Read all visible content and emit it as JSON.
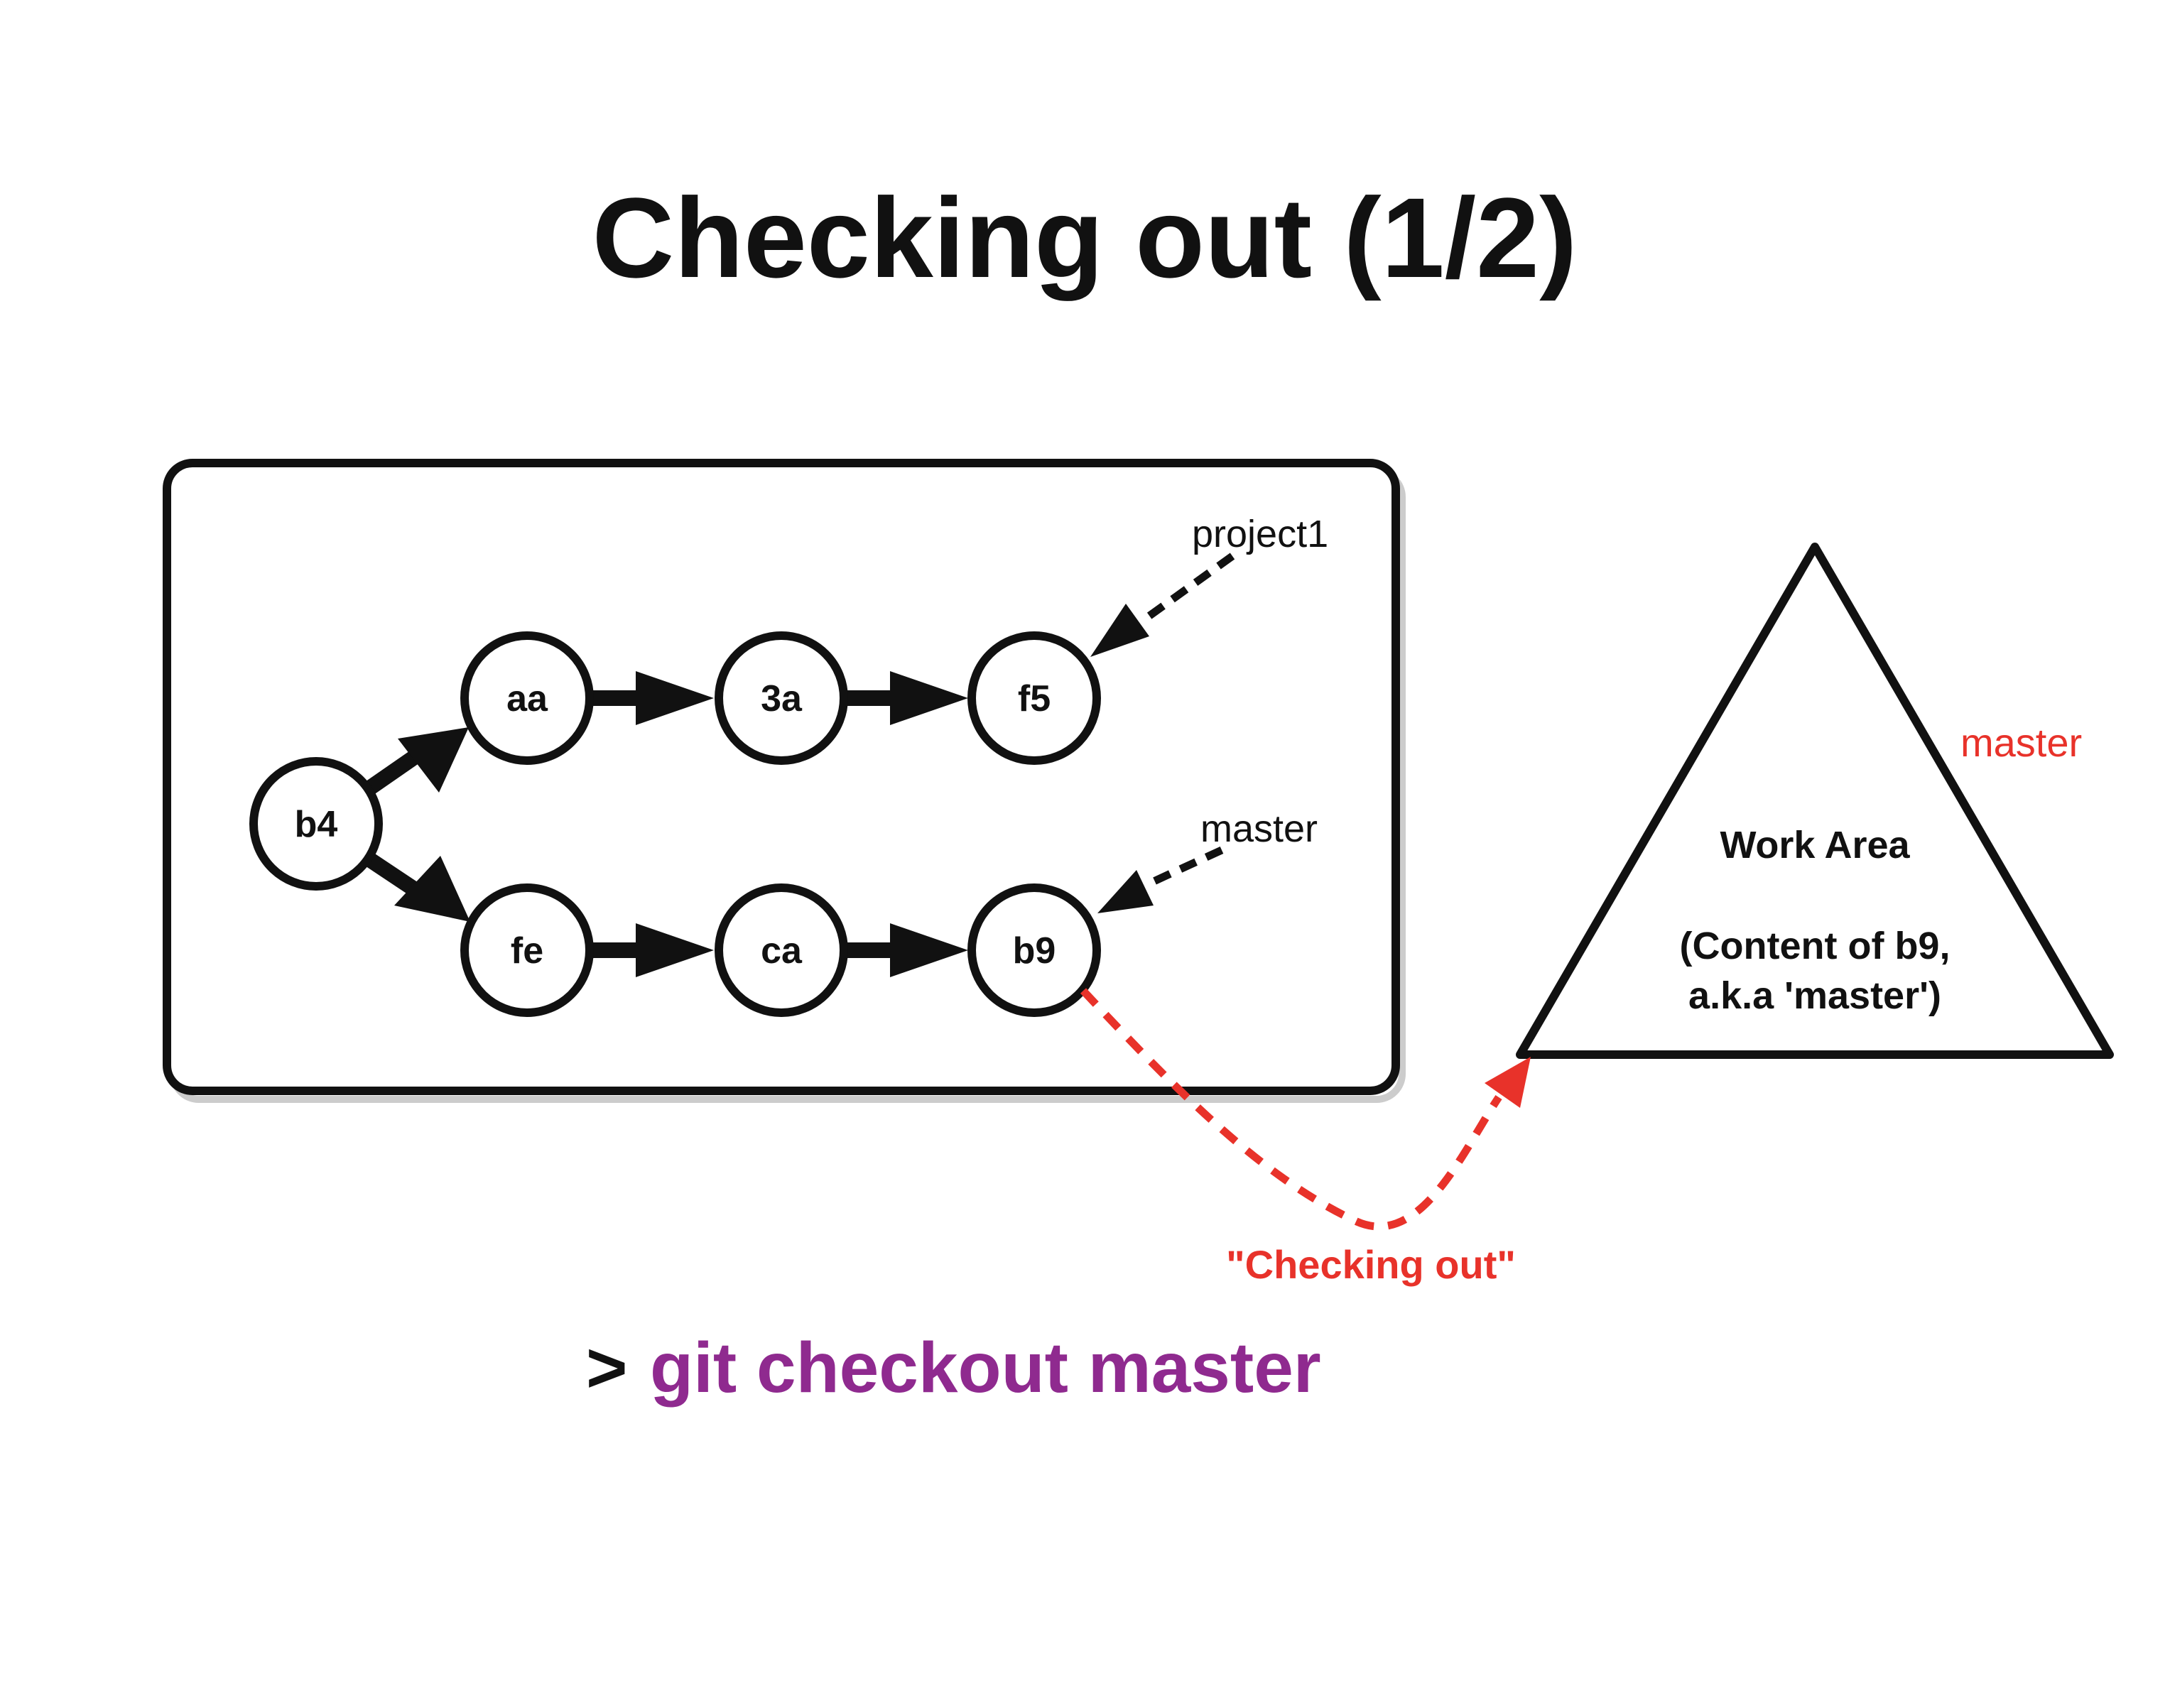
{
  "title": "Checking out (1/2)",
  "commits": {
    "b4": "b4",
    "aa": "aa",
    "3a": "3a",
    "f5": "f5",
    "fe": "fe",
    "ca": "ca",
    "b9": "b9"
  },
  "refs": {
    "project1": "project1",
    "master": "master"
  },
  "work_area": {
    "title": "Work Area",
    "line1": "(Content of b9,",
    "line2": "a.k.a 'master')",
    "branch_label": "master"
  },
  "checkout_label": "\"Checking out\"",
  "command": {
    "prompt": ">",
    "text": "git checkout master"
  },
  "colors": {
    "accent_red": "#e8322a",
    "command_purple": "#8f2a8f",
    "ink": "#111111"
  }
}
